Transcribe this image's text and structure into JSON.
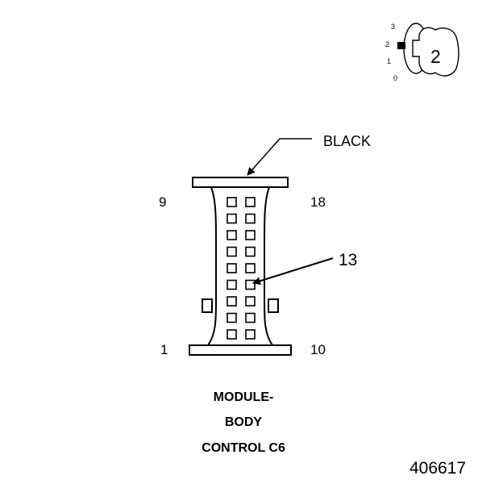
{
  "ignition_key": {
    "positions": [
      "3",
      "2",
      "1",
      "0"
    ],
    "selected_position": "2",
    "key_number": "2"
  },
  "connector": {
    "color_callout": "BLACK",
    "pin_callout": "13",
    "corner_labels": {
      "top_left": "9",
      "top_right": "18",
      "bottom_left": "1",
      "bottom_right": "10"
    },
    "pin_count": 18,
    "highlighted_pin": 13
  },
  "caption": {
    "line1": "MODULE-",
    "line2": "BODY",
    "line3": "CONTROL C6"
  },
  "figure_number": "406617"
}
